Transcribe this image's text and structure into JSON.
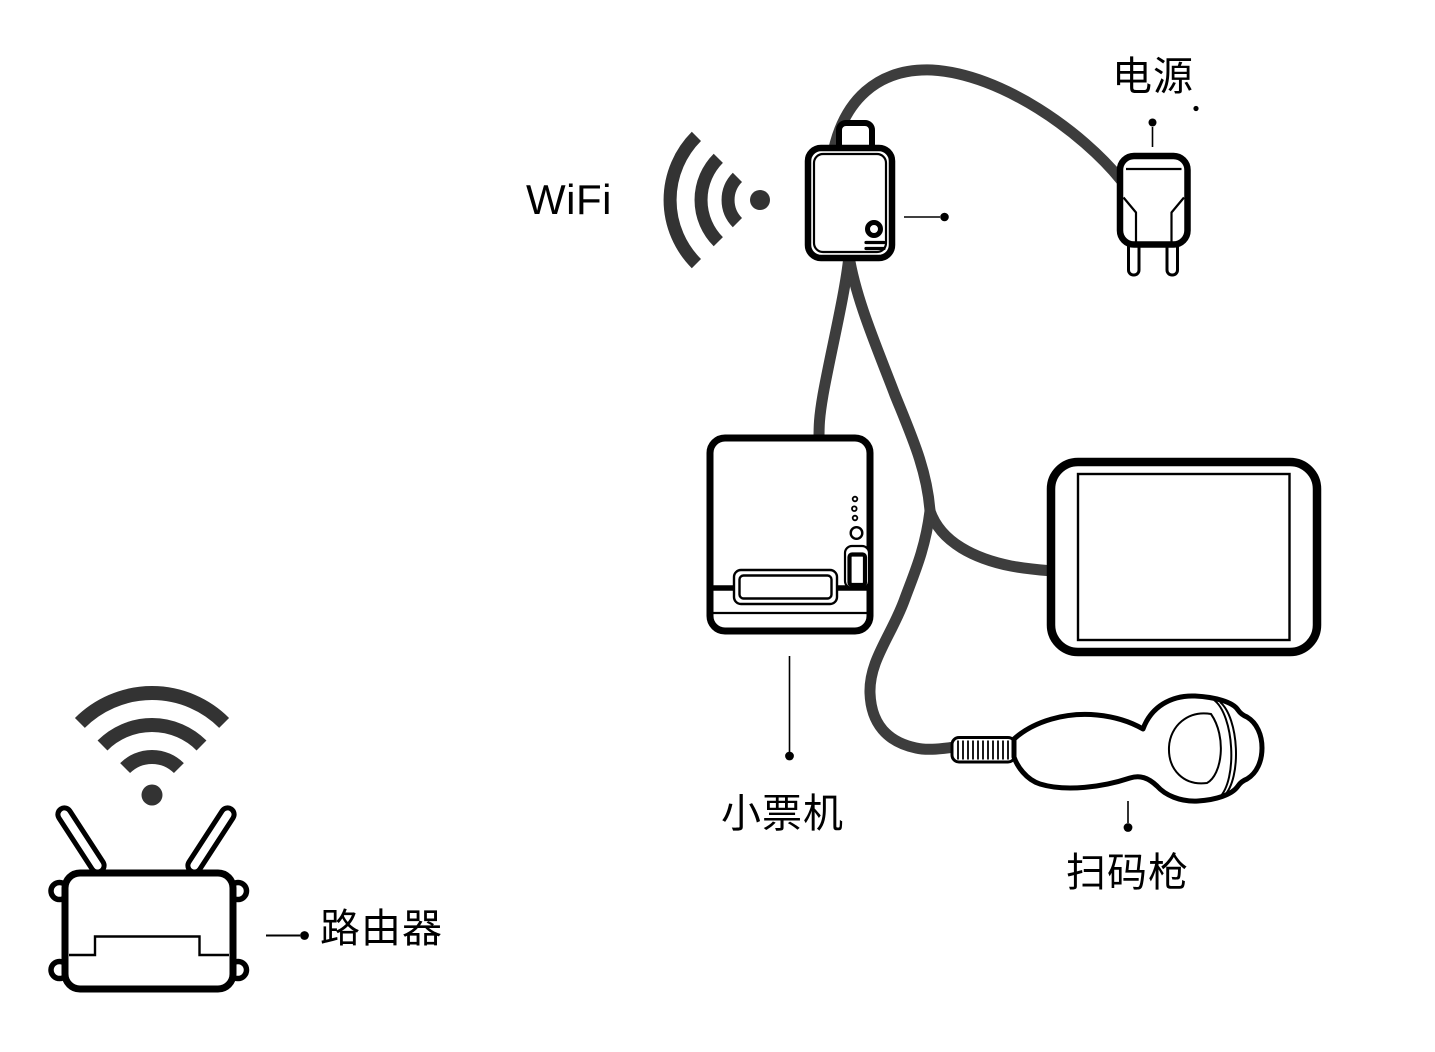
{
  "diagram": {
    "labels": {
      "wifi": "WiFi",
      "power": "电源",
      "receipt_printer": "小票机",
      "barcode_scanner": "扫码枪",
      "router": "路由器"
    },
    "colors": {
      "background": "#ffffff",
      "device_outline": "#000000",
      "cable": "#3d3d3d",
      "wifi_icon": "#333333",
      "label_text": "#000000"
    }
  }
}
